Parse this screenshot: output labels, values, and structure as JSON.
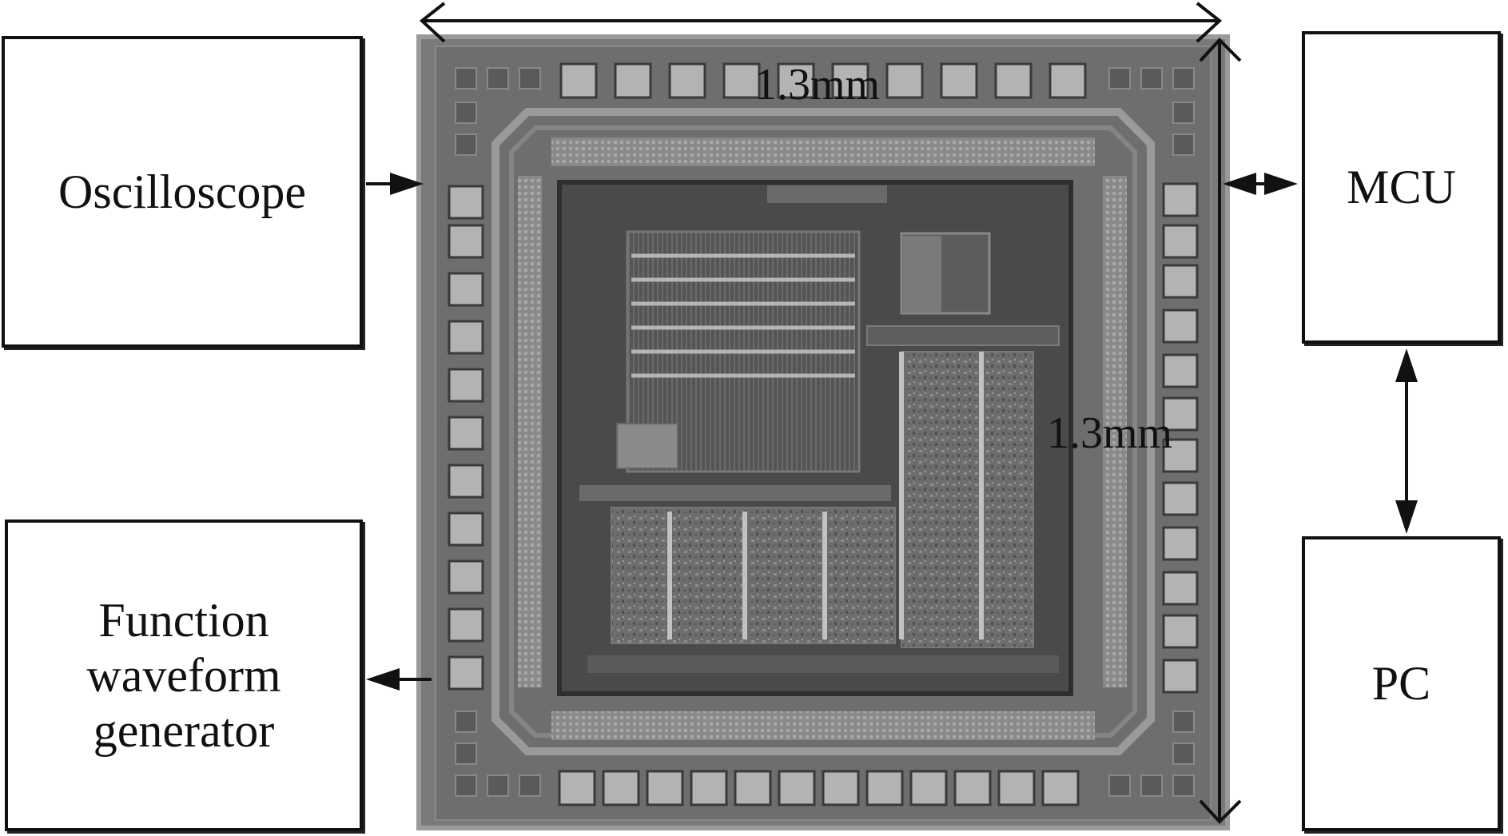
{
  "blocks": {
    "oscilloscope": "Oscilloscope",
    "function_generator": [
      "Function",
      "waveform",
      "generator"
    ],
    "mcu": "MCU",
    "pc": "PC"
  },
  "dimensions": {
    "width": "1.3mm",
    "height": "1.3mm"
  },
  "colors": {
    "die_background": "#6e6e6e",
    "core_area": "#4a4a4a",
    "pad": "#b3b3b3",
    "line": "#111111"
  }
}
